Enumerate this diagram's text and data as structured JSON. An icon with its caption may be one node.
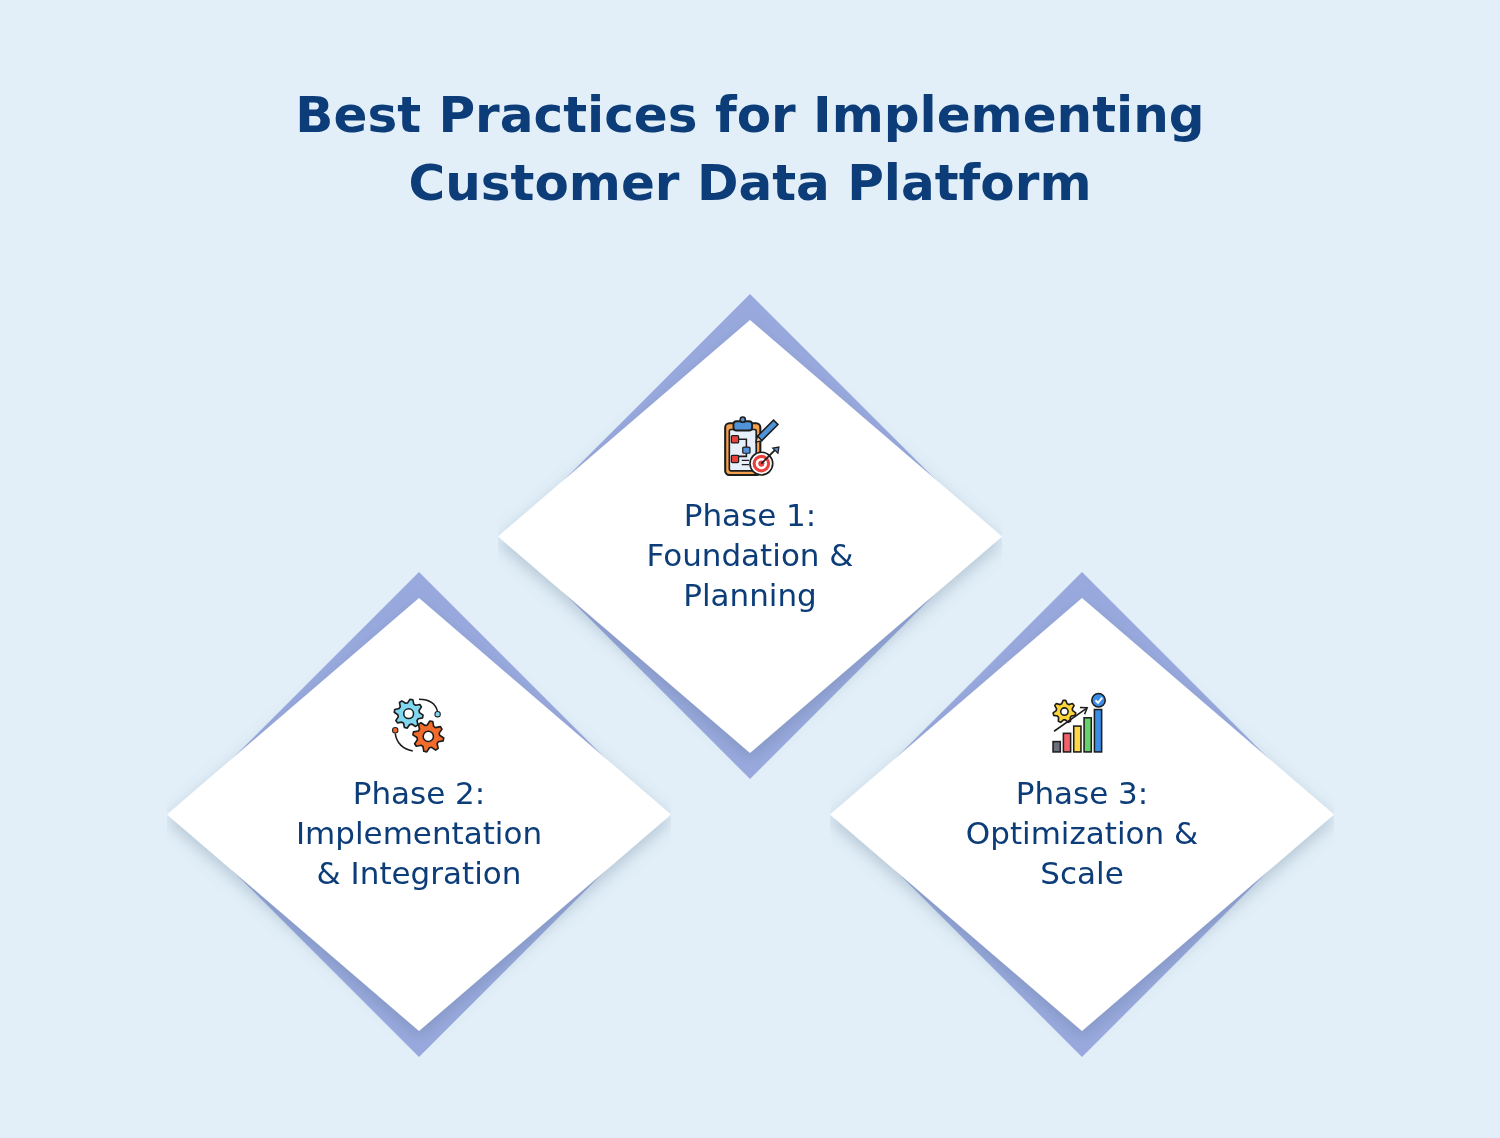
{
  "diagram": {
    "title": "Best Practices for Implementing Customer Data Platform",
    "nodes": [
      {
        "text": [
          "Phase 1: Foundation & Planning"
        ]
      },
      {
        "text": [
          "Phase 2: Implementation & Integration"
        ]
      },
      {
        "text": [
          "Phase 3: Optimization & Scale"
        ]
      }
    ]
  }
}
